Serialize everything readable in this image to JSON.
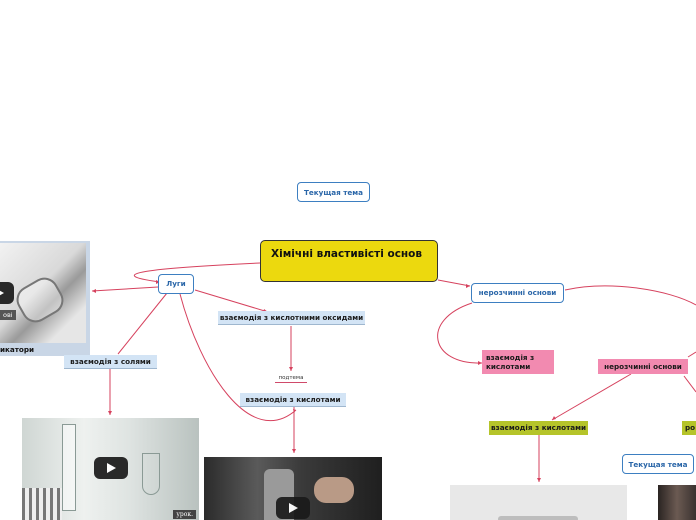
{
  "colors": {
    "link_red": "#d6425e",
    "root_yellow": "#ecd90e",
    "node_blue": "#3d7fc1",
    "sub_blue": "#d3e4f5",
    "pink": "#f28ab0",
    "olive": "#b5c42a"
  },
  "floating_topics": {
    "top": "Текущая тема",
    "bottom_right": "Текущая тема"
  },
  "root": {
    "title": "Хімічні властиві­сті основ"
  },
  "left_branch": {
    "main": "Луги",
    "image_caption": "икатори",
    "image_label": "ові",
    "salts": "взаємодія з солями",
    "acid_oxides": "взаємодія з кислотними оксидами",
    "subtopic": "подтема",
    "acids": "взаємодія з кислотами",
    "video_watermark": "урок."
  },
  "right_branch": {
    "main": "нерозчинні основи",
    "pink_acids": "взаємодія з кислотами",
    "insoluble": "нерозчинні основи",
    "green_acids": "взаємодія з кислотами",
    "cut_label": "ро"
  },
  "icons": {
    "play": "play-icon"
  }
}
